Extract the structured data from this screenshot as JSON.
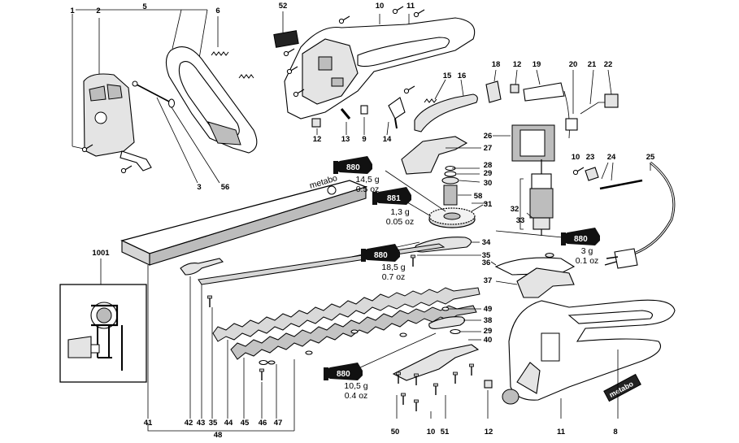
{
  "diagram": {
    "parts": {
      "p1": "1",
      "p2": "2",
      "p3": "3",
      "p5": "5",
      "p6": "6",
      "p8": "8",
      "p9": "9",
      "p10a": "10",
      "p10b": "10",
      "p10c": "10",
      "p11a": "11",
      "p11b": "11",
      "p12a": "12",
      "p12b": "12",
      "p12c": "12",
      "p13": "13",
      "p14": "14",
      "p15": "15",
      "p16": "16",
      "p18": "18",
      "p19": "19",
      "p20": "20",
      "p21": "21",
      "p22": "22",
      "p23": "23",
      "p24": "24",
      "p25": "25",
      "p26": "26",
      "p27": "27",
      "p28": "28",
      "p29a": "29",
      "p29b": "29",
      "p30": "30",
      "p31": "31",
      "p32": "32",
      "p33": "33",
      "p34": "34",
      "p35a": "35",
      "p35b": "35",
      "p36": "36",
      "p37": "37",
      "p38": "38",
      "p40": "40",
      "p41": "41",
      "p42": "42",
      "p43": "43",
      "p44": "44",
      "p45": "45",
      "p46": "46",
      "p47": "47",
      "p48": "48",
      "p49": "49",
      "p50": "50",
      "p51": "51",
      "p52": "52",
      "p56": "56",
      "p58": "58",
      "p1001": "1001"
    },
    "grease": {
      "t1": {
        "code": "880",
        "grams": "14,5 g",
        "ounces": "0.5 oz"
      },
      "t2": {
        "code": "881",
        "grams": "1,3 g",
        "ounces": "0.05 oz"
      },
      "t3": {
        "code": "880",
        "grams": "18,5 g",
        "ounces": "0.7 oz"
      },
      "t4": {
        "code": "880",
        "grams": "3 g",
        "ounces": "0.1 oz"
      },
      "t5": {
        "code": "880",
        "grams": "10,5 g",
        "ounces": "0.4 oz"
      }
    },
    "brand": {
      "housing_logo": "metabo"
    }
  }
}
